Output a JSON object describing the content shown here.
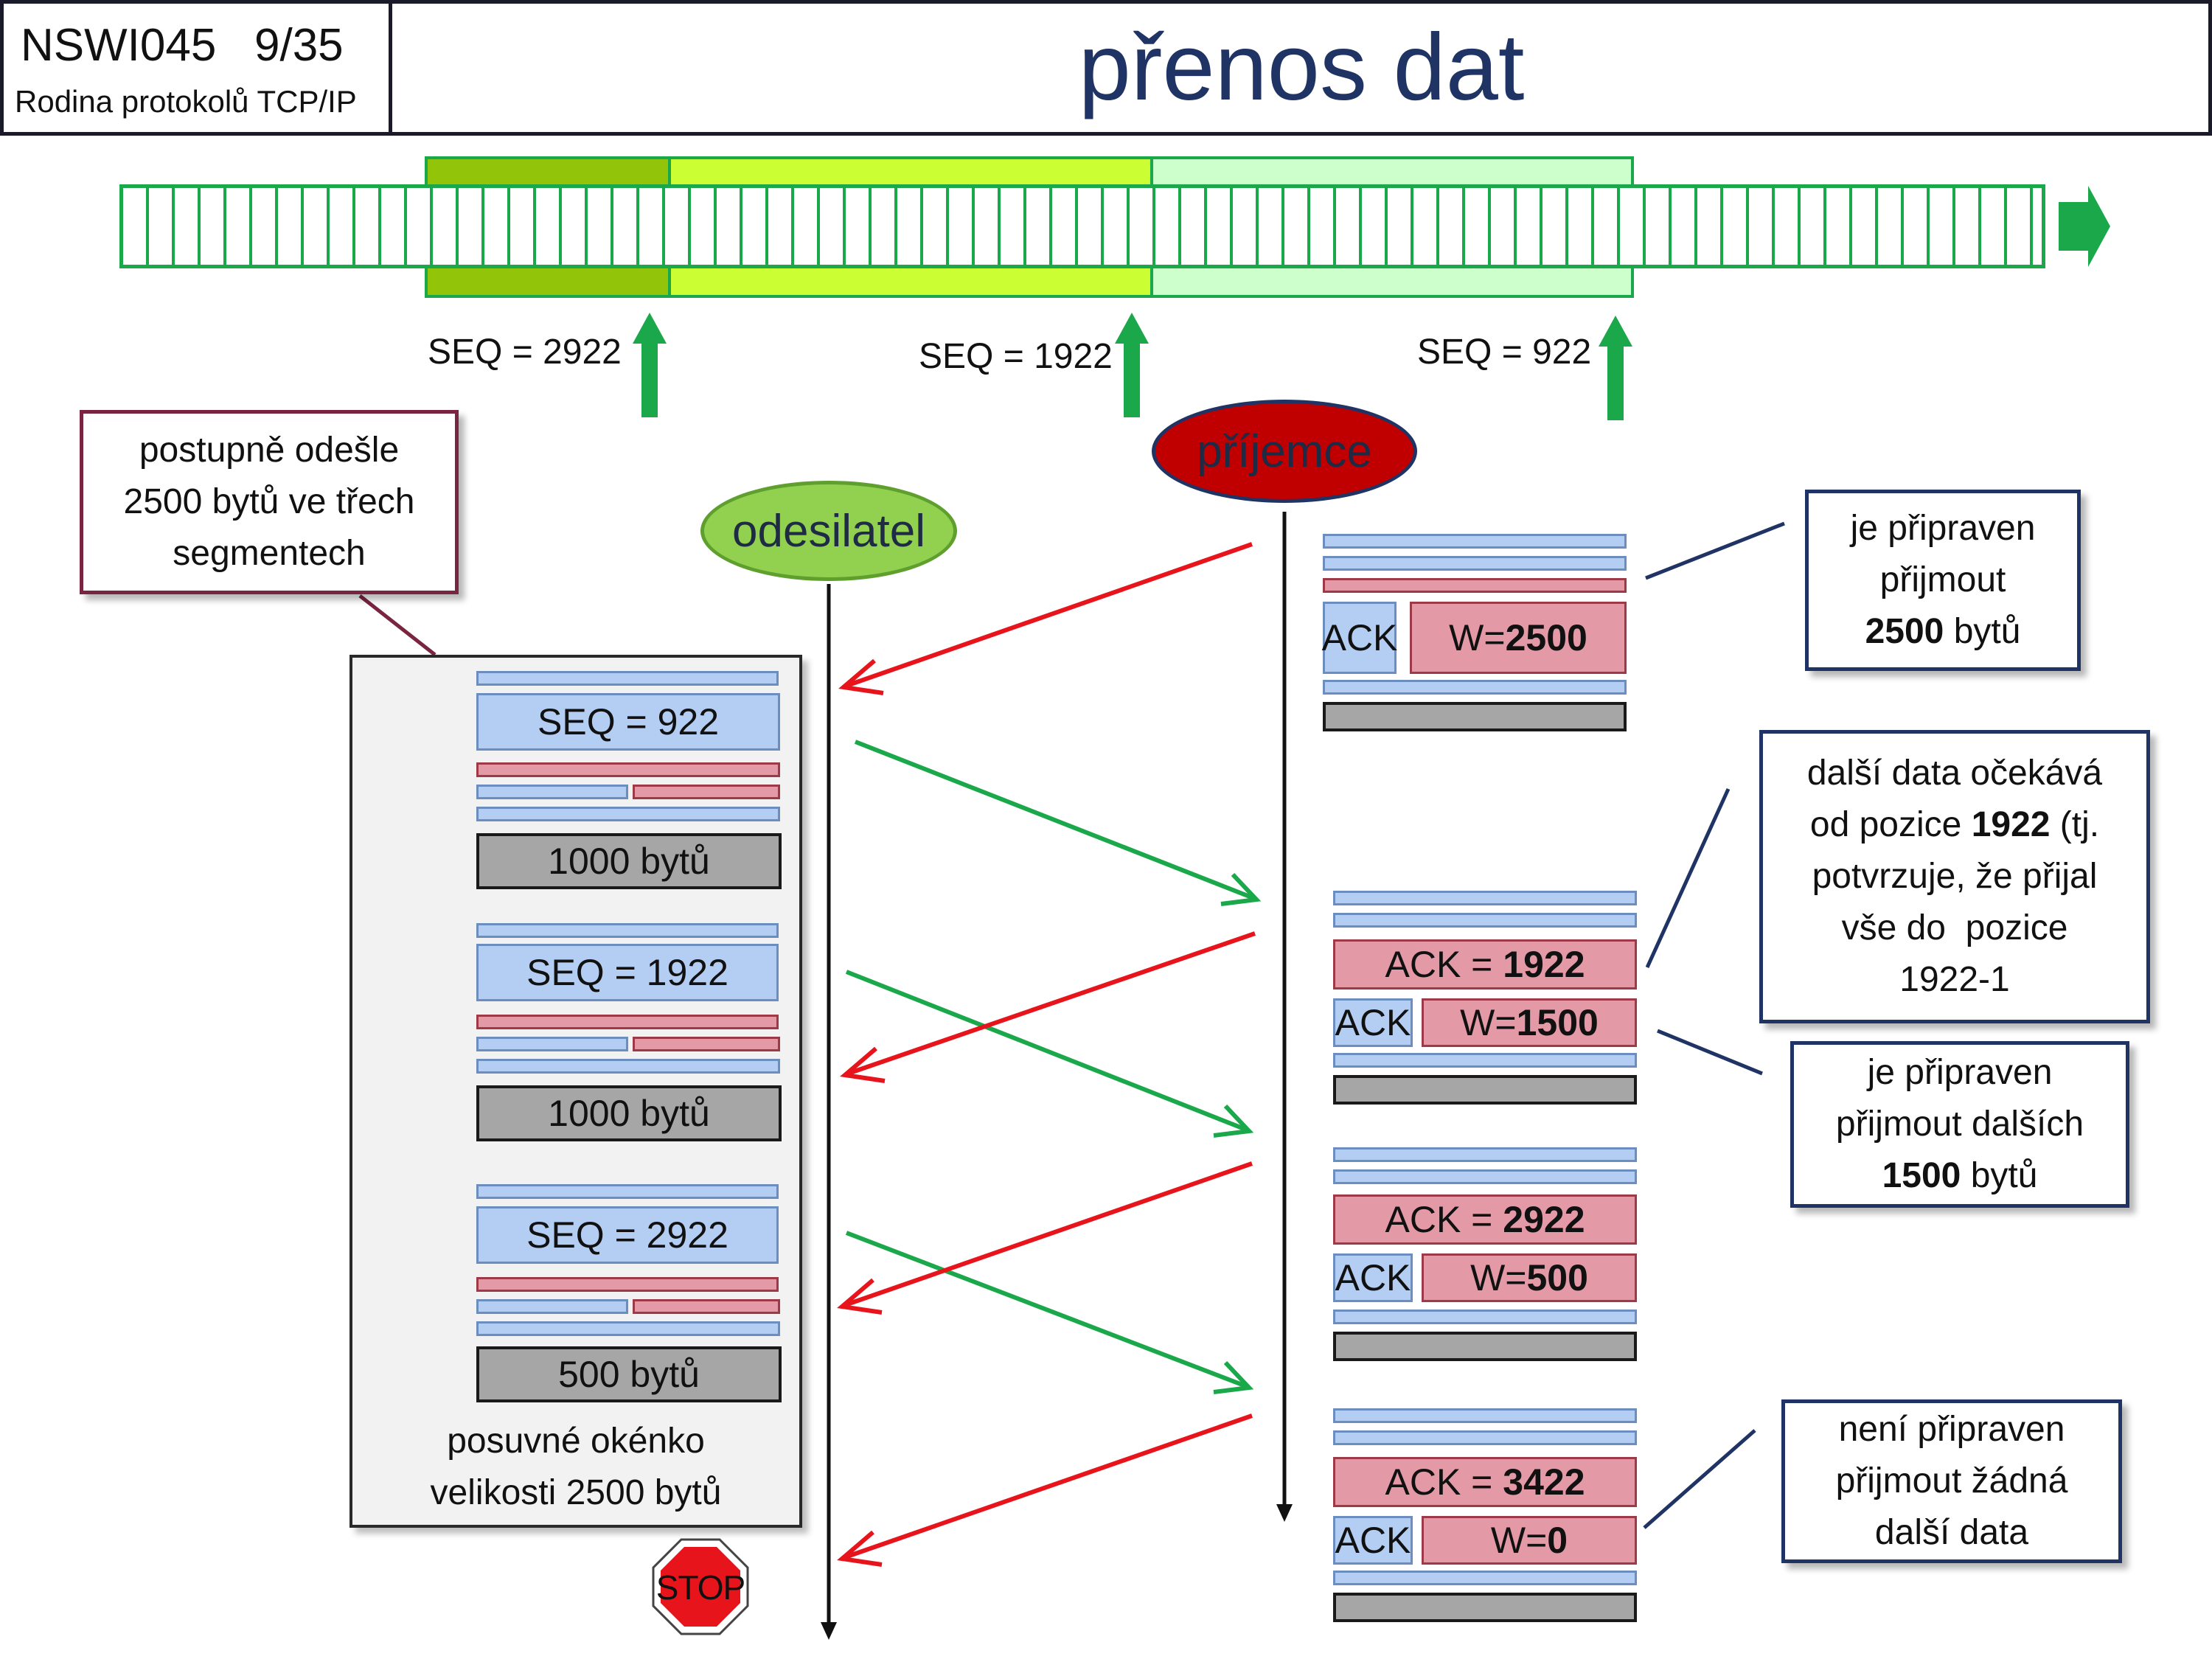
{
  "header": {
    "course": "NSWI045   9/35",
    "subtitle": "Rodina protokolů TCP/IP",
    "title": "přenos dat"
  },
  "stream": {
    "seq_labels": [
      "SEQ = 2922",
      "SEQ = 1922",
      "SEQ = 922"
    ]
  },
  "actors": {
    "sender": "odesilatel",
    "receiver": "příjemce"
  },
  "sender_note": [
    "postupně odešle",
    "2500 bytů ve třech",
    "segmentech"
  ],
  "sender_panel": {
    "segments": [
      {
        "seq": "SEQ = 922",
        "data": "1000 bytů"
      },
      {
        "seq": "SEQ = 1922",
        "data": "1000 bytů"
      },
      {
        "seq": "SEQ = 2922",
        "data": "500 bytů"
      }
    ],
    "caption": [
      "posuvné okénko",
      "velikosti 2500 bytů"
    ]
  },
  "receiver_packets": [
    {
      "ack_prefix": "",
      "ack_value": "",
      "ack_label": "ACK",
      "w_prefix": "W=",
      "w_value": "2500"
    },
    {
      "ack_prefix": "ACK = ",
      "ack_value": "1922",
      "ack_label": "ACK",
      "w_prefix": "W=",
      "w_value": "1500"
    },
    {
      "ack_prefix": "ACK = ",
      "ack_value": "2922",
      "ack_label": "ACK",
      "w_prefix": "W=",
      "w_value": "500"
    },
    {
      "ack_prefix": "ACK = ",
      "ack_value": "3422",
      "ack_label": "ACK",
      "w_prefix": "W=",
      "w_value": "0"
    }
  ],
  "callouts": {
    "ready1": {
      "l1": "je připraven",
      "l2": "přijmout",
      "b": "2500",
      "t": " bytů"
    },
    "expects": {
      "l1": "další data očekává",
      "l2a": "od pozice ",
      "l2b": "1922",
      "l2c": " (tj.",
      "l3": "potvrzuje, že přijal",
      "l4": "vše do  pozice",
      "l5": "1922-1"
    },
    "ready2": {
      "l1": "je připraven",
      "l2": "přijmout dalších",
      "b": "1500",
      "t": " bytů"
    },
    "notready": {
      "l1": "není připraven",
      "l2": "přijmout žádná",
      "l3": "další data"
    }
  },
  "stop_sign": "STOP",
  "colors": {
    "title": "#1f3464",
    "stream_green": "#1aa84a",
    "window_dark": "#92c40a",
    "window_lime": "#ccff33",
    "window_pale": "#ccffcc",
    "sender_fill": "#92d050",
    "receiver_fill": "#c00000",
    "arrow_send": "#1aa84a",
    "arrow_ack": "#e8141c",
    "stop_fill": "#e8141c"
  }
}
